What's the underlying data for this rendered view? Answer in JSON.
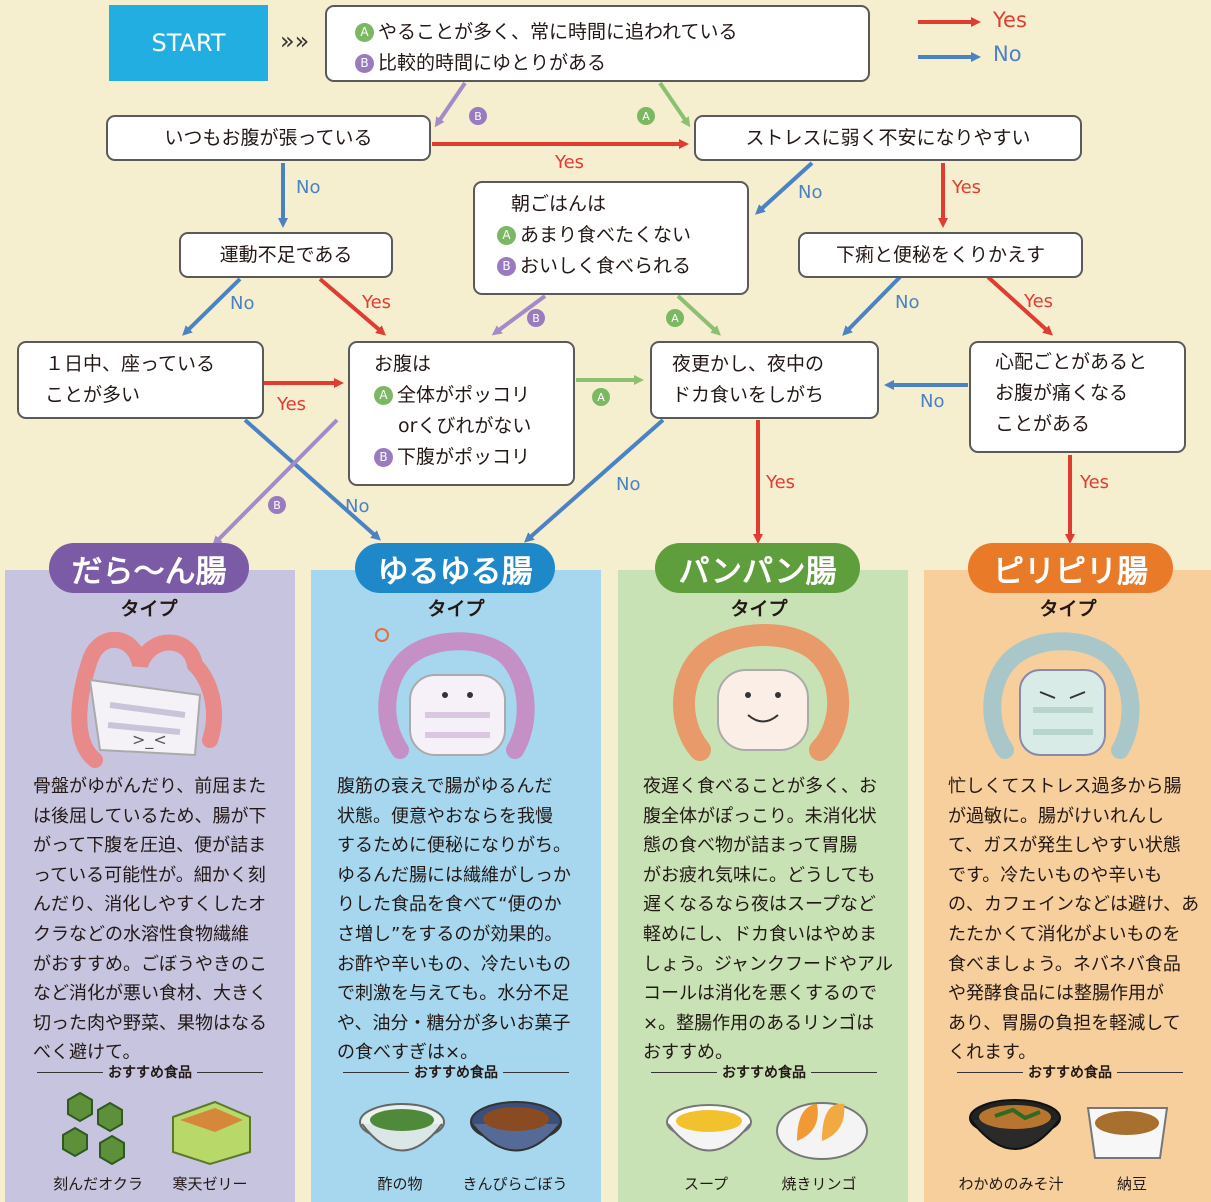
{
  "start": "START",
  "legend": {
    "yes": "Yes",
    "no": "No",
    "yes_color": "#e03c31",
    "no_color": "#4a82c3"
  },
  "badges": {
    "a": "A",
    "b": "B"
  },
  "nodes": {
    "q1": {
      "a": "やることが多く、常に時間に追われている",
      "b": "比較的時間にゆとりがある"
    },
    "q2": "いつもお腹が張っている",
    "q3": "ストレスに弱く不安になりやすい",
    "q4": {
      "title": "朝ごはんは",
      "a": "あまり食べたくない",
      "b": "おいしく食べられる"
    },
    "q5": "運動不足である",
    "q6": "下痢と便秘をくりかえす",
    "q7": {
      "l1": "１日中、座っている",
      "l2": "ことが多い"
    },
    "q8": {
      "title": "お腹は",
      "a1": "全体がポッコリ",
      "a2": "orくびれがない",
      "b": "下腹がポッコリ"
    },
    "q9": {
      "l1": "夜更かし、夜中の",
      "l2": "ドカ食いをしがち"
    },
    "q10": {
      "l1": "心配ごとがあると",
      "l2": "お腹が痛くなる",
      "l3": "ことがある"
    }
  },
  "types_sub": "タイプ",
  "rec_label": "おすすめ食品",
  "types": [
    {
      "name": "だら～ん腸",
      "color": "#7b5aa6",
      "bg": "#c6c4df",
      "desc": [
        "骨盤がゆがんだり、前屈また",
        "は後屈しているため、腸が下",
        "がって下腹を圧迫、便が詰ま",
        "っている可能性が。細かく刻",
        "んだり、消化しやすくしたオ",
        "クラなどの水溶性食物繊維",
        "がおすすめ。ごぼうやきのこ",
        "など消化が悪い食材、大きく",
        "切った肉や野菜、果物はなる",
        "べく避けて。"
      ],
      "foods": [
        "刻んだオクラ",
        "寒天ゼリー"
      ]
    },
    {
      "name": "ゆるゆる腸",
      "color": "#1f88c9",
      "bg": "#a6d7ef",
      "desc": [
        "腹筋の衰えで腸がゆるんだ",
        "状態。便意やおならを我慢",
        "するために便秘になりがち。",
        "ゆるんだ腸には繊維がしっか",
        "りした食品を食べて“便のか",
        "さ増し”をするのが効果的。",
        "お酢や辛いもの、冷たいもの",
        "で刺激を与えても。水分不足",
        "や、油分・糖分が多いお菓子",
        "の食べすぎは×。"
      ],
      "foods": [
        "酢の物",
        "きんぴらごぼう"
      ]
    },
    {
      "name": "パンパン腸",
      "color": "#5e9e3c",
      "bg": "#c8e2b5",
      "desc": [
        "夜遅く食べることが多く、お",
        "腹全体がぽっこり。未消化状",
        "態の食べ物が詰まって胃腸",
        "がお疲れ気味に。どうしても",
        "遅くなるなら夜はスープなど",
        "軽めにし、ドカ食いはやめま",
        "しょう。ジャンクフードやアル",
        "コールは消化を悪くするので",
        "×。整腸作用のあるリンゴは",
        "おすすめ。"
      ],
      "foods": [
        "スープ",
        "焼きリンゴ"
      ]
    },
    {
      "name": "ピリピリ腸",
      "color": "#e97a28",
      "bg": "#f6cf9d",
      "desc": [
        "忙しくてストレス過多から腸",
        "が過敏に。腸がけいれんし",
        "て、ガスが発生しやすい状態",
        "です。冷たいものや辛いも",
        "の、カフェインなどは避け、あ",
        "たたかくて消化がよいものを",
        "食べましょう。ネバネバ食品",
        "や発酵食品には整腸作用が",
        "あり、胃腸の負担を軽減して",
        "くれます。"
      ],
      "foods": [
        "わかめのみそ汁",
        "納豆"
      ]
    }
  ]
}
